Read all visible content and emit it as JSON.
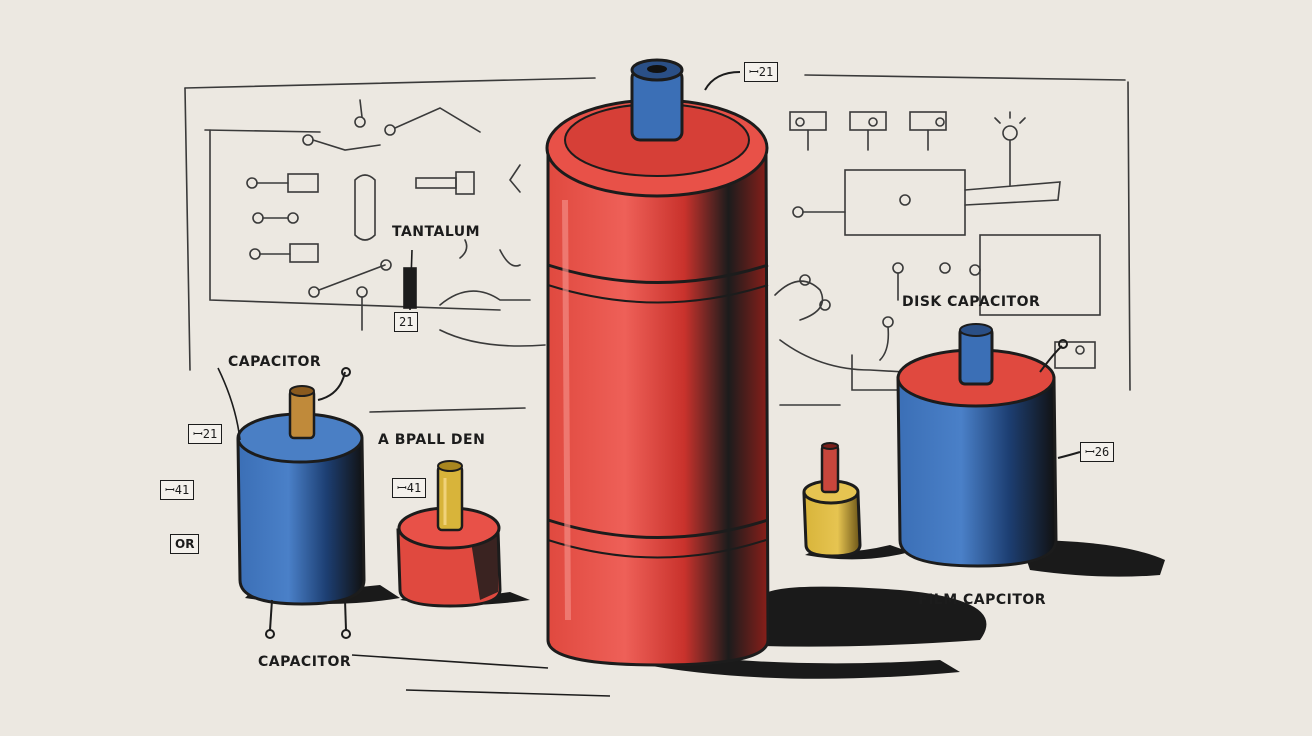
{
  "labels": {
    "tantalum": "TANTALUM",
    "capacitor_top": "CAPACITOR",
    "small_den": "A BPALL DEN",
    "disk_capacitor": "DISK CAPACITOR",
    "film_capacitor": "FILM CAPCITOR",
    "capacitor_bottom": "CAPACITOR"
  },
  "tags": {
    "main_cap": "ꟷ21",
    "left_board": "21",
    "blue_cap_top": "ꟷ21",
    "blue_cap_side": "ꟷ41",
    "or_tag": "OR",
    "small_red_cap": "ꟷ41",
    "right_blue_cap": "ꟷ26"
  },
  "colors": {
    "background": "#ece8e1",
    "red": "#e0493f",
    "blue": "#3b6fb6",
    "yellow": "#d8b43a",
    "ink": "#1c1c1c"
  }
}
